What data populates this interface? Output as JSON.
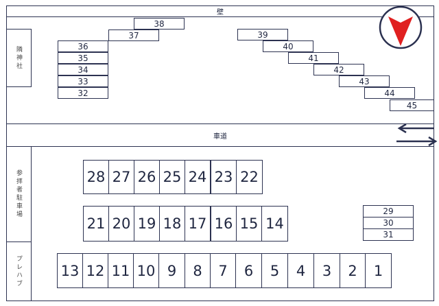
{
  "labels": {
    "wall": "壁",
    "road": "車道",
    "shrine": "隣神社",
    "visitor_parking": "参拝者駐車場",
    "prefab": "プレハブ"
  },
  "compass": {
    "accent_color": "#e02020",
    "ring_color": "#2b3150"
  },
  "upper_left_slots": [
    "38",
    "37",
    "36",
    "35",
    "34",
    "33",
    "32"
  ],
  "upper_right_slots": [
    "39",
    "40",
    "41",
    "42",
    "43",
    "44",
    "45"
  ],
  "row_a": [
    "28",
    "27",
    "26",
    "25",
    "24",
    "23",
    "22"
  ],
  "row_b": [
    "21",
    "20",
    "19",
    "18",
    "17",
    "16",
    "15",
    "14"
  ],
  "side_slots": [
    "29",
    "30",
    "31"
  ],
  "row_c": [
    "13",
    "12",
    "11",
    "10",
    "9",
    "8",
    "7",
    "6",
    "5",
    "4",
    "3",
    "2",
    "1"
  ]
}
